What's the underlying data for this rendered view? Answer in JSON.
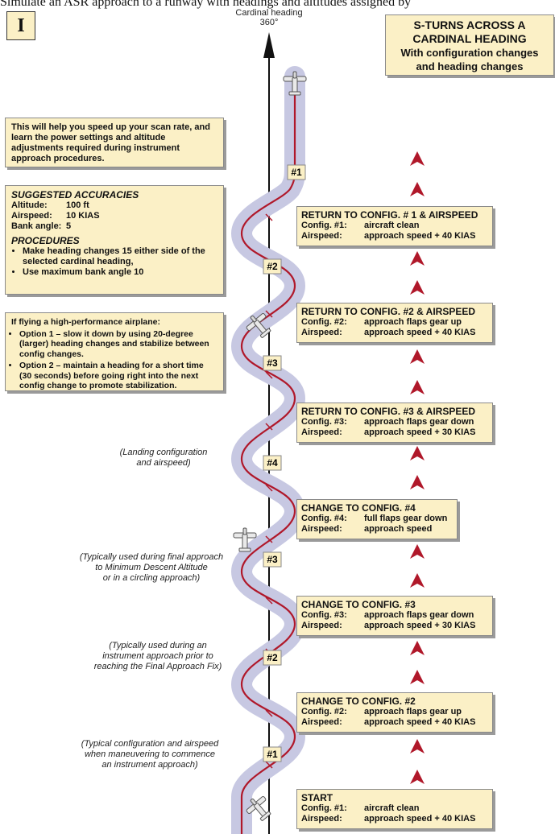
{
  "page_caption": "Simulate an ASR approach to a runway with headings and altitudes assigned by",
  "section_tag": "I",
  "heading_label": {
    "line1": "Cardinal heading",
    "line2": "360°"
  },
  "title_box": {
    "line1": "S-TURNS ACROSS A",
    "line2": "CARDINAL HEADING",
    "line3": "With configuration changes",
    "line4": "and heading changes"
  },
  "intro_text": "This will help you speed up your scan rate, and learn the power settings and altitude adjustments required during instrument approach procedures.",
  "accuracies": {
    "heading": "SUGGESTED ACCURACIES",
    "rows": [
      {
        "key": "Altitude:",
        "value": "100 ft"
      },
      {
        "key": "Airspeed:",
        "value": "10 KIAS"
      },
      {
        "key": "Bank angle:",
        "value": "5"
      }
    ],
    "procedures_heading": "PROCEDURES",
    "procedures": [
      "Make heading changes 15 either side of the selected cardinal heading,",
      "Use maximum bank angle 10"
    ]
  },
  "high_performance": {
    "heading": "If flying a high-performance airplane:",
    "options": [
      "Option 1 – slow it down by using 20-degree (larger) heading changes and stabilize between config changes.",
      "Option 2 – maintain a heading for a short time (30 seconds) before going right into the next config change to promote stabilization."
    ]
  },
  "notes": [
    {
      "line1": "(Landing configuration",
      "line2": "and airspeed)",
      "line3": ""
    },
    {
      "line1": "(Typically used during final approach",
      "line2": "to Minimum Descent Altitude",
      "line3": "or in a circling approach)"
    },
    {
      "line1": "(Typically used during an",
      "line2": "instrument approach prior to",
      "line3": "reaching the Final Approach Fix)"
    },
    {
      "line1": "(Typical configuration and airspeed",
      "line2": "when maneuvering to commence",
      "line3": "an instrument approach)"
    }
  ],
  "config_labels": [
    "#1",
    "#2",
    "#3",
    "#4",
    "#3",
    "#2",
    "#1"
  ],
  "steps": [
    {
      "title": "RETURN TO CONFIG. # 1 & AIRSPEED",
      "k1": "Config. #1:",
      "v1": "aircraft clean",
      "k2": "Airspeed:",
      "v2": "approach speed + 40 KIAS"
    },
    {
      "title": "RETURN TO CONFIG. #2 & AIRSPEED",
      "k1": "Config. #2:",
      "v1": "approach flaps gear up",
      "k2": "Airspeed:",
      "v2": "approach speed + 40 KIAS"
    },
    {
      "title": "RETURN TO CONFIG. #3 & AIRSPEED",
      "k1": "Config. #3:",
      "v1": "approach flaps gear down",
      "k2": "Airspeed:",
      "v2": "approach speed + 30 KIAS"
    },
    {
      "title": "CHANGE TO CONFIG. #4",
      "k1": "Config. #4:",
      "v1": "full flaps gear down",
      "k2": "Airspeed:",
      "v2": "approach speed"
    },
    {
      "title": "CHANGE TO CONFIG. #3",
      "k1": "Config. #3:",
      "v1": "approach flaps gear down",
      "k2": "Airspeed:",
      "v2": "approach speed + 30 KIAS"
    },
    {
      "title": "CHANGE TO CONFIG. #2",
      "k1": "Config. #2:",
      "v1": "approach flaps gear up",
      "k2": "Airspeed:",
      "v2": "approach speed + 40 KIAS"
    },
    {
      "title": "START",
      "k1": "Config. #1:",
      "v1": "aircraft clean",
      "k2": "Airspeed:",
      "v2": "approach speed + 40 KIAS"
    }
  ],
  "colors": {
    "box_fill": "#fbf0c6",
    "path_red": "#b0182a",
    "band_lavender": "#c7c8e2",
    "arrow_red": "#b0182a"
  },
  "icons": [
    "airplane-icon",
    "arrowhead-icon"
  ]
}
